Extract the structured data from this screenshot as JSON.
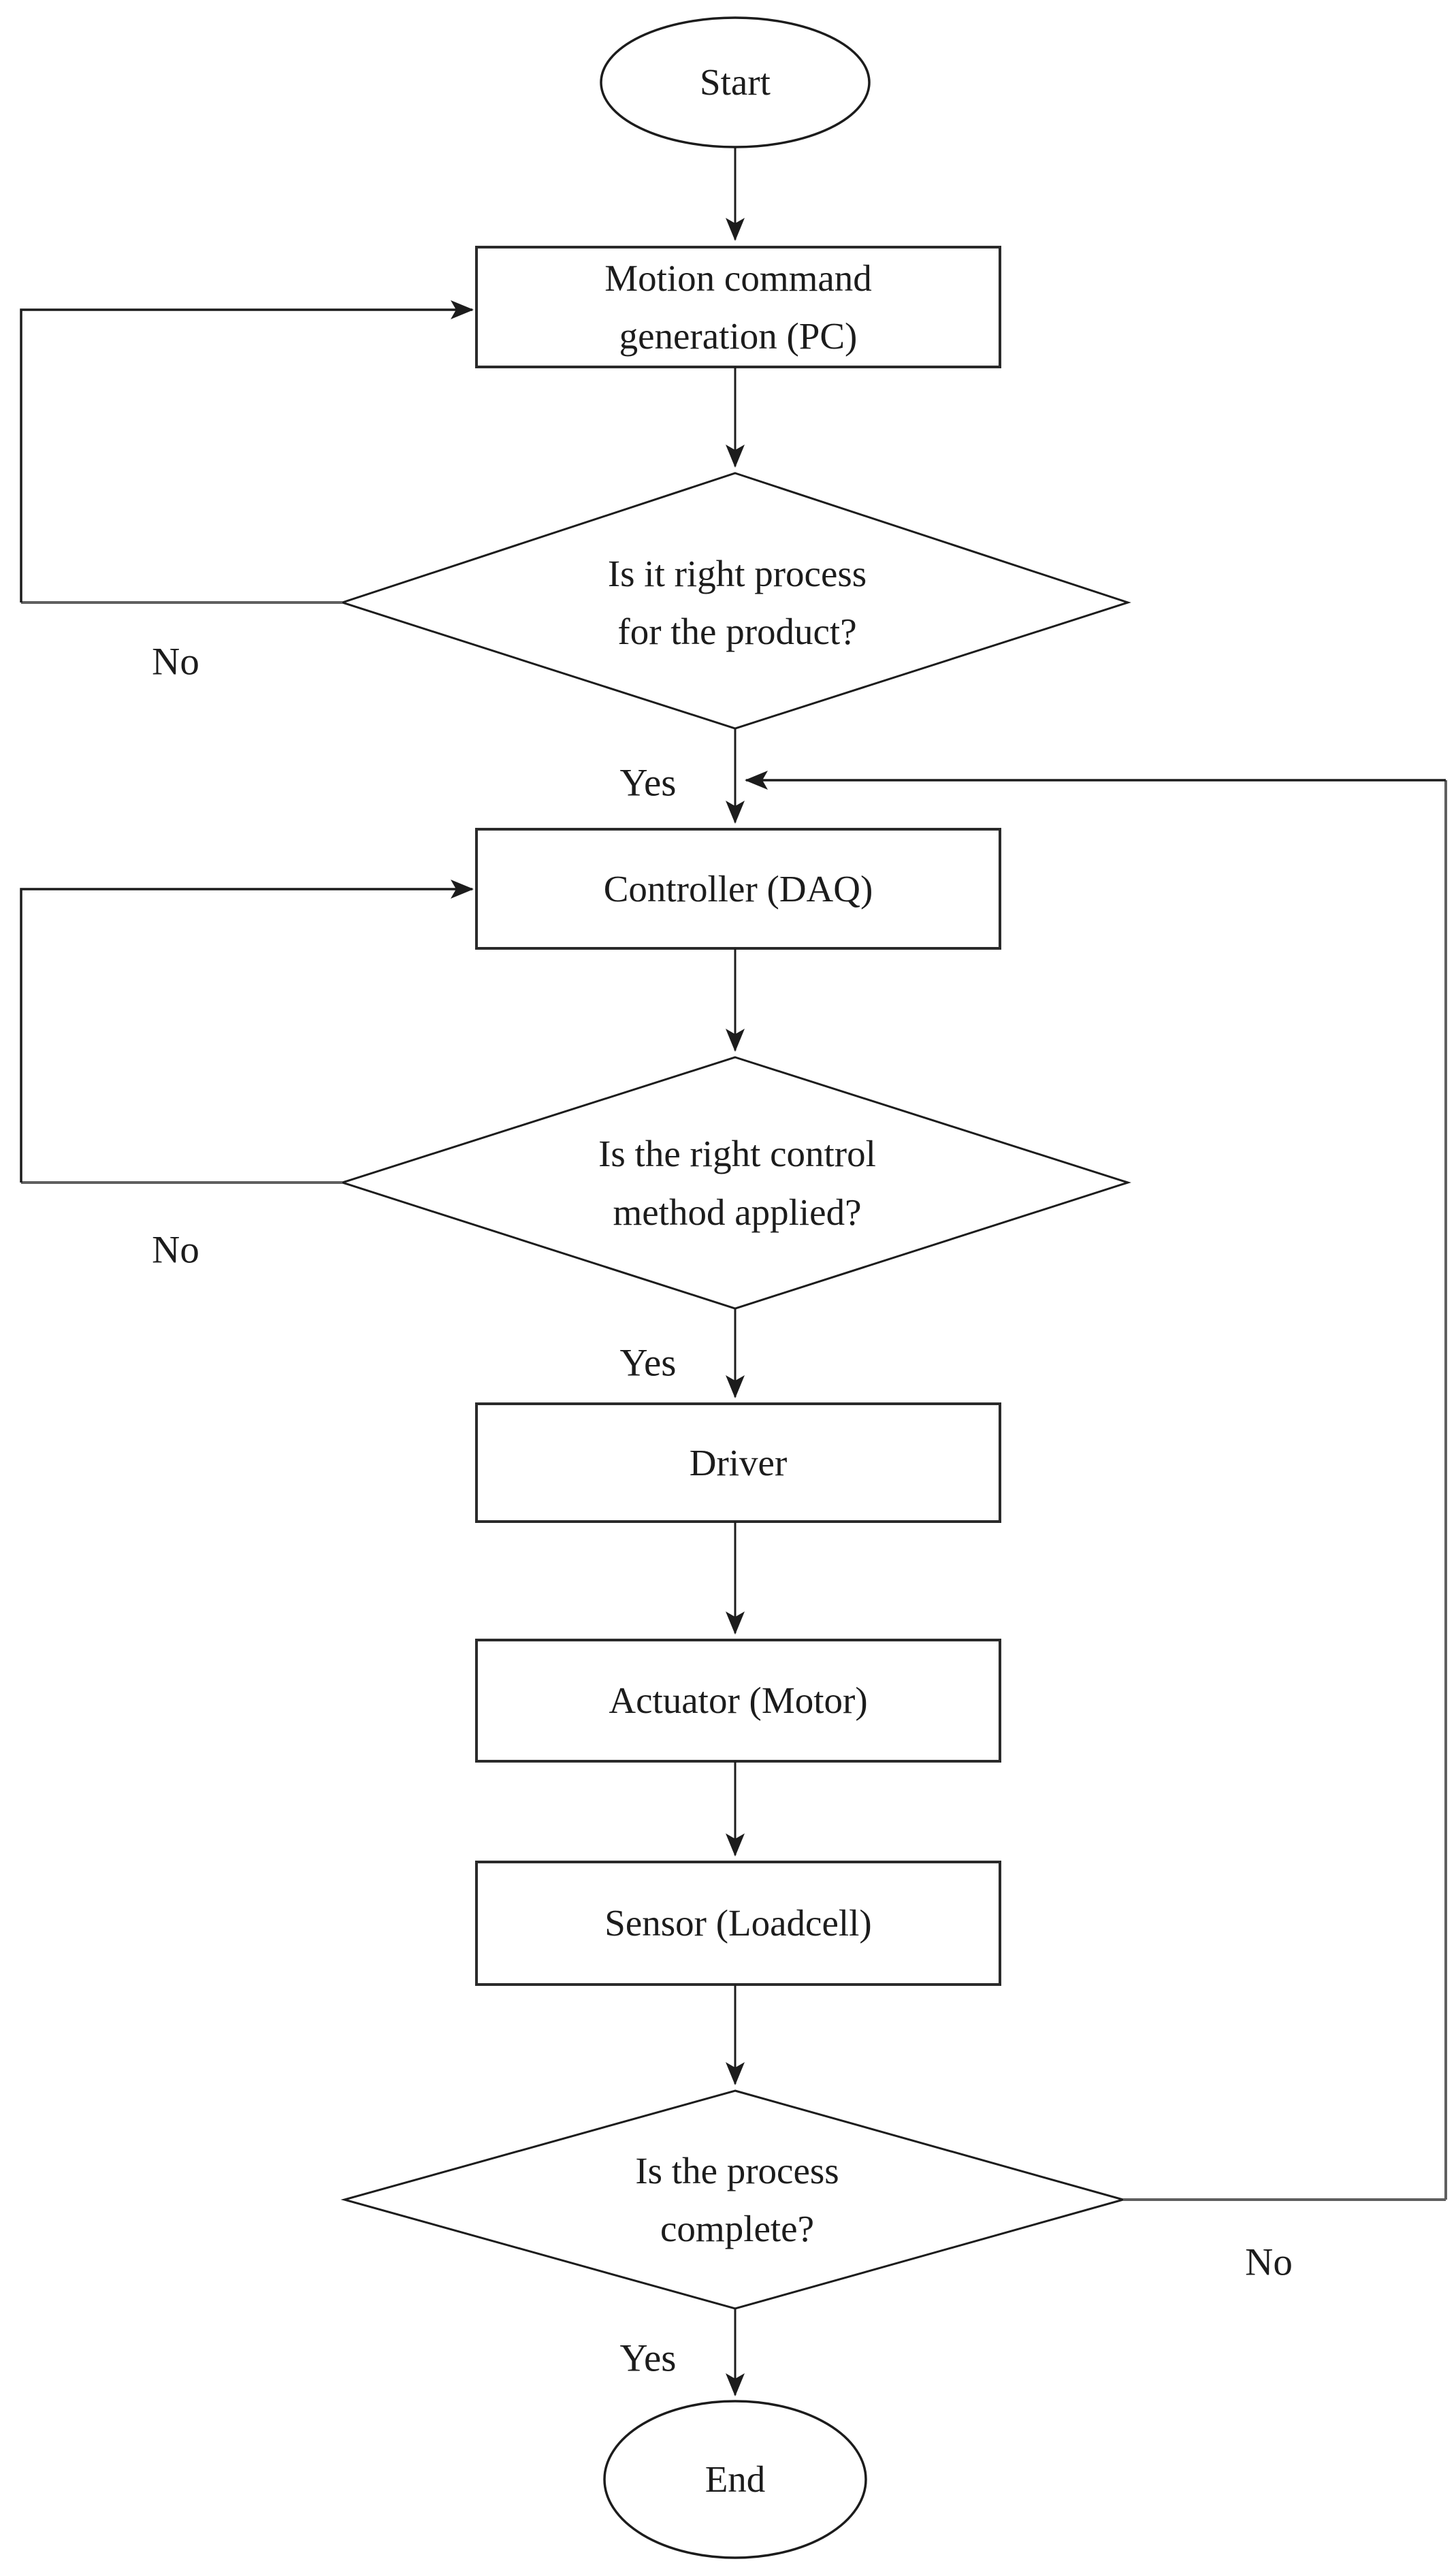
{
  "diagram": {
    "type": "flowchart",
    "colors": {
      "background": "#ffffff",
      "stroke": "#1c1c1c",
      "stroke_secondary": "#5f5f5f",
      "text": "#1c1c1c"
    },
    "nodes": {
      "start": {
        "shape": "ellipse",
        "label": "Start",
        "lines": [
          "Start"
        ]
      },
      "motion": {
        "shape": "rectangle",
        "label": "Motion command generation (PC)",
        "lines": [
          "Motion command",
          "generation (PC)"
        ]
      },
      "decision1": {
        "shape": "diamond",
        "label": "Is it right process for the product?",
        "lines": [
          "Is it right process",
          "for the product?"
        ]
      },
      "controller": {
        "shape": "rectangle",
        "label": "Controller (DAQ)",
        "lines": [
          "Controller (DAQ)"
        ]
      },
      "decision2": {
        "shape": "diamond",
        "label": "Is the right control method applied?",
        "lines": [
          "Is the right control",
          "method applied?"
        ]
      },
      "driver": {
        "shape": "rectangle",
        "label": "Driver",
        "lines": [
          "Driver"
        ]
      },
      "actuator": {
        "shape": "rectangle",
        "label": "Actuator (Motor)",
        "lines": [
          "Actuator (Motor)"
        ]
      },
      "sensor": {
        "shape": "rectangle",
        "label": "Sensor (Loadcell)",
        "lines": [
          "Sensor (Loadcell)"
        ]
      },
      "decision3": {
        "shape": "diamond",
        "label": "Is the process complete?",
        "lines": [
          "Is the process",
          "complete?"
        ]
      },
      "end": {
        "shape": "ellipse",
        "label": "End",
        "lines": [
          "End"
        ]
      }
    },
    "edge_labels": {
      "decision1_no": "No",
      "decision1_yes": "Yes",
      "decision2_no": "No",
      "decision2_yes": "Yes",
      "decision3_no": "No",
      "decision3_yes": "Yes"
    }
  }
}
